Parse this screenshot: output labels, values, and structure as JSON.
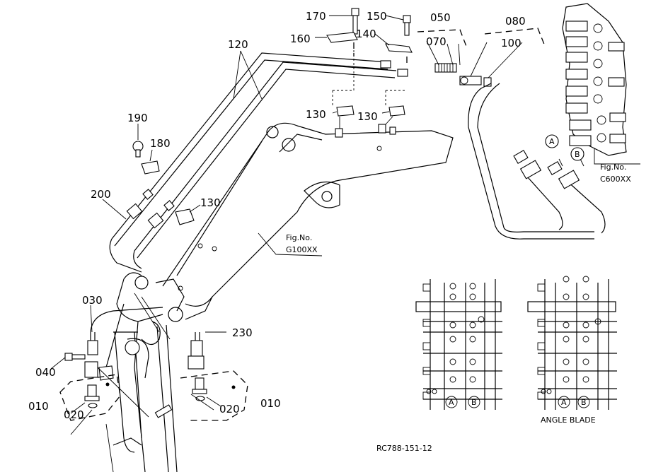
{
  "part_labels": {
    "p170": "170",
    "p150": "150",
    "p050": "050",
    "p080": "080",
    "p160": "160",
    "p140": "140",
    "p070": "070",
    "p100": "100",
    "p120": "120",
    "p130a": "130",
    "p130b": "130",
    "p130c": "130",
    "p190": "190",
    "p180": "180",
    "p200": "200",
    "p030": "030",
    "p040": "040",
    "p010a": "010",
    "p010b": "010",
    "p020a": "020",
    "p020b": "020",
    "p230": "230"
  },
  "refs": {
    "fig_g100_line1": "Fig.No.",
    "fig_g100_line2": "G100XX",
    "fig_c600_line1": "Fig.No.",
    "fig_c600_line2": "C600XX",
    "port_a": "A",
    "port_b": "B"
  },
  "valves": {
    "left": {
      "port_a": "A",
      "port_b": "B"
    },
    "right": {
      "port_a": "A",
      "port_b": "B",
      "caption": "ANGLE BLADE"
    }
  },
  "drawing_code": "RC788-151-12"
}
